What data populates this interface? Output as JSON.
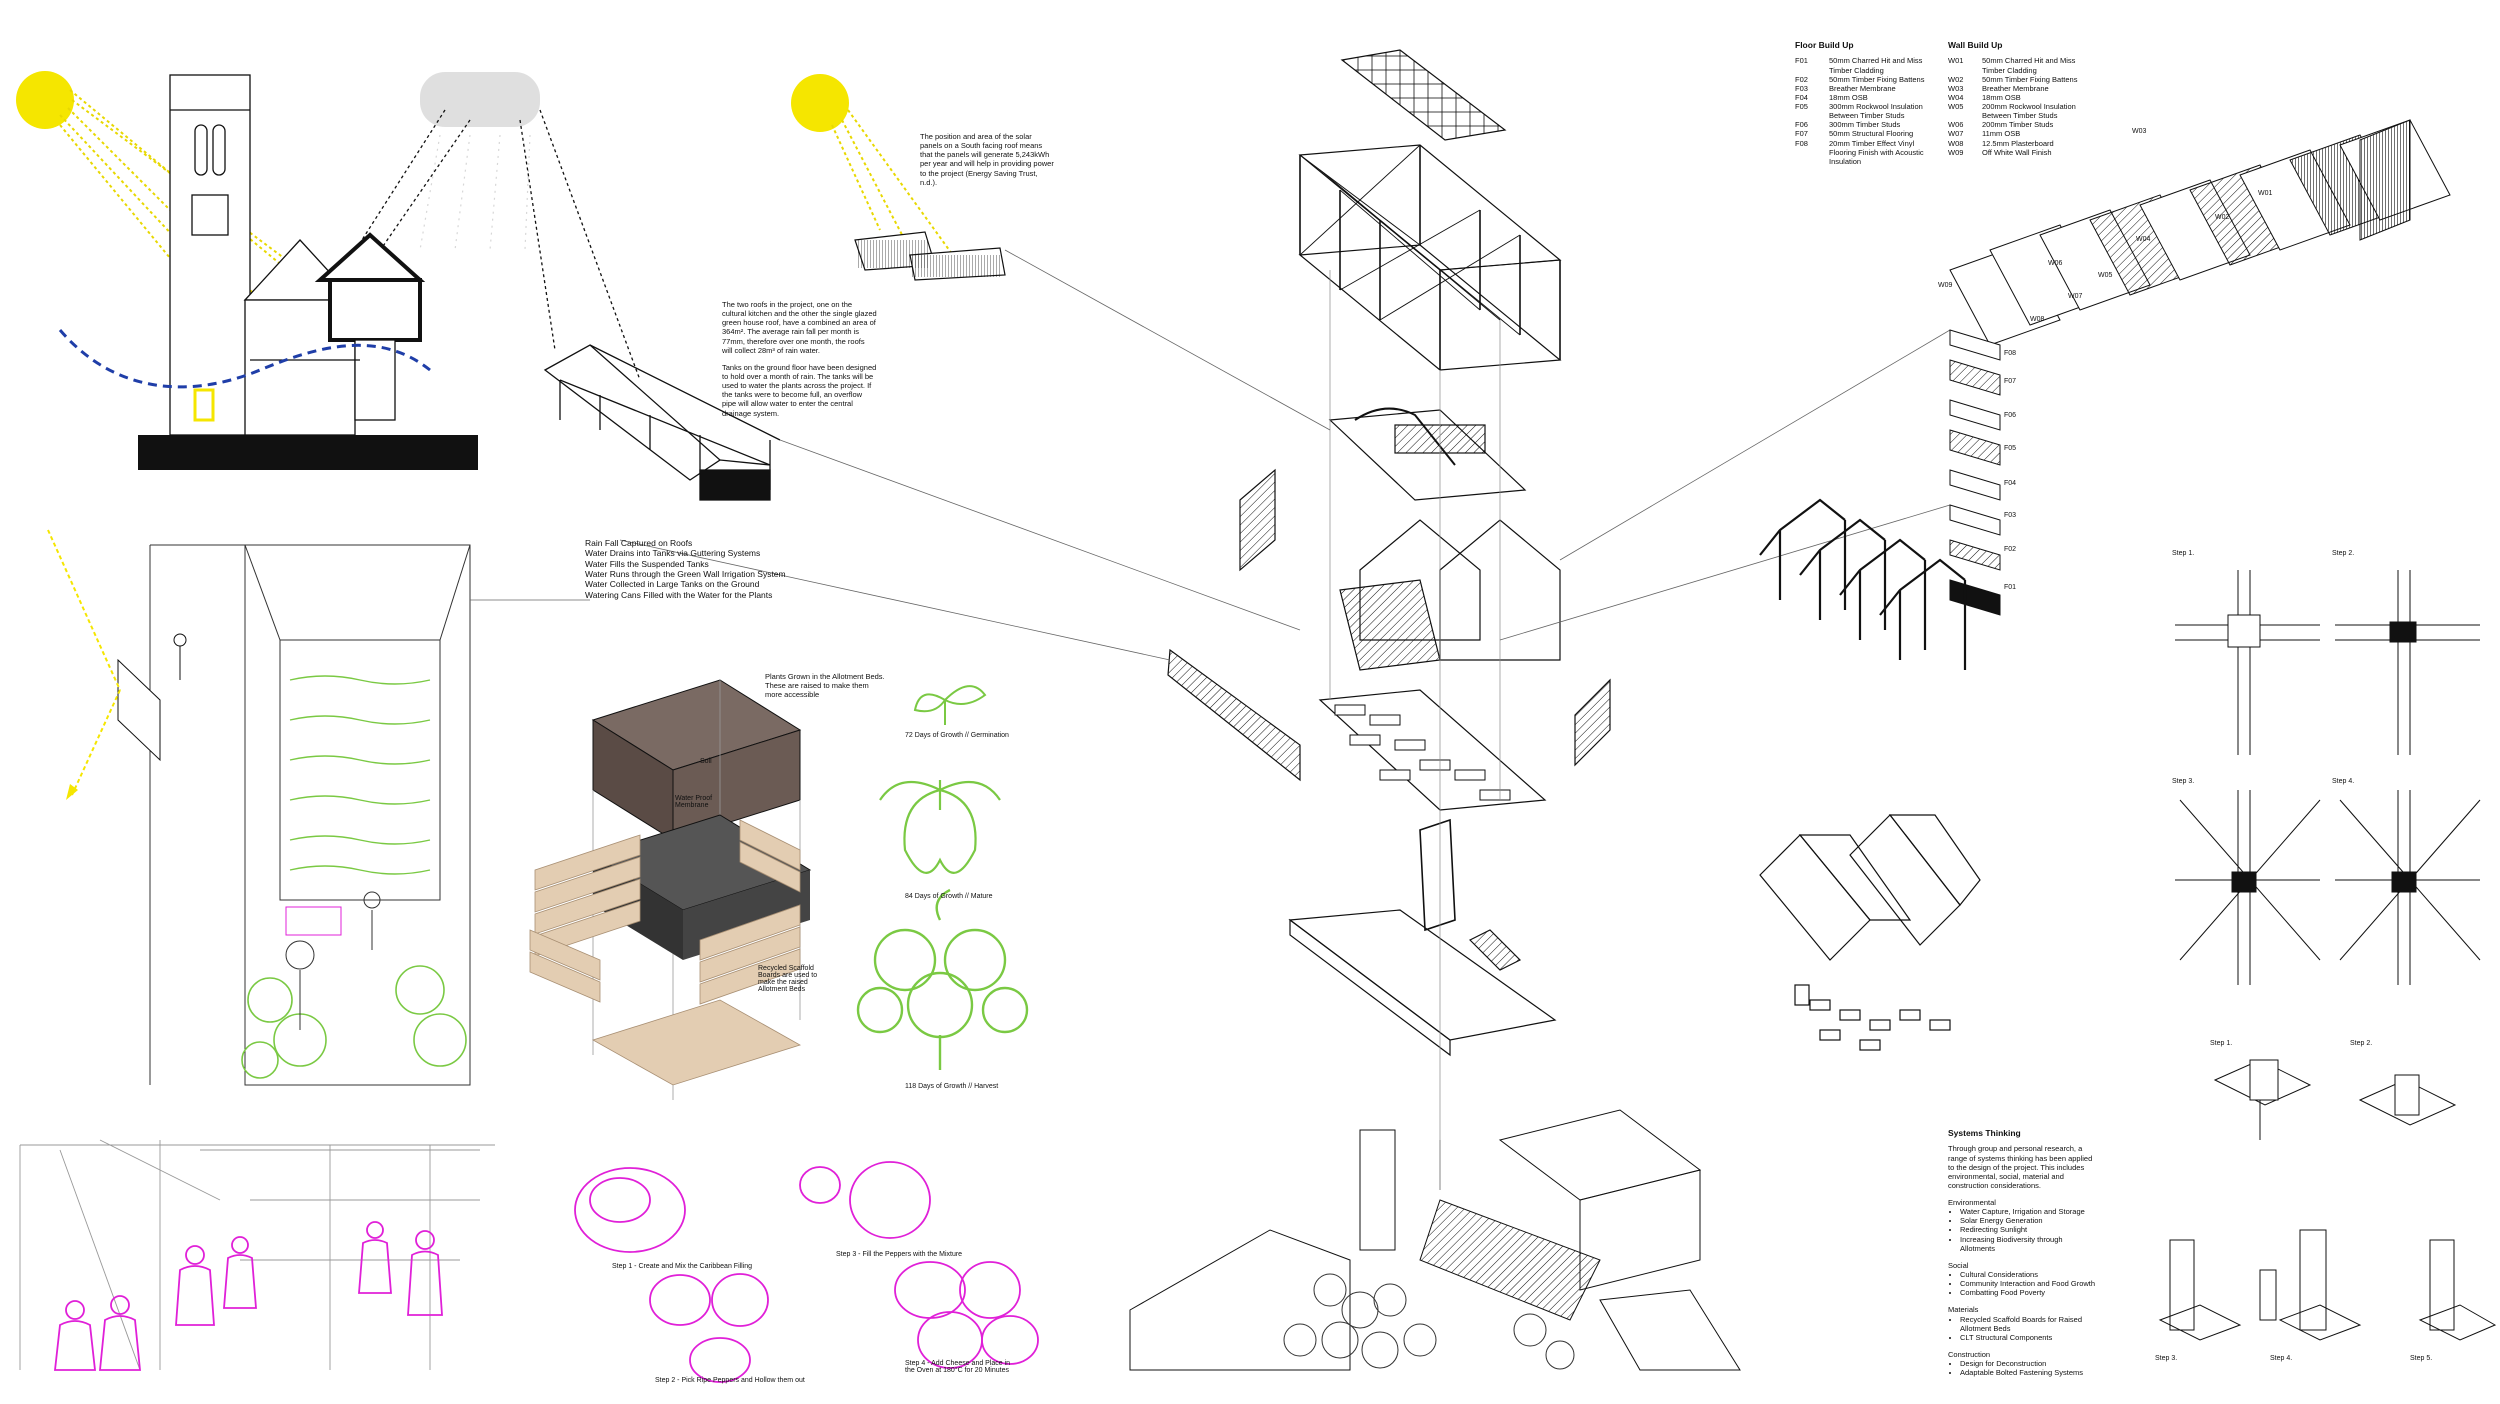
{
  "colors": {
    "sun": "#f5e600",
    "rain": "#1f3ea8",
    "plant": "#7ac943",
    "pink": "#e020d8",
    "line": "#111111",
    "shadow": "#5a4b45",
    "timber": "#e3cdb2"
  },
  "solar_note": "The position and area of the solar panels on a South facing roof means that the panels will generate 5,243kWh per year and will help in providing power to the project (Energy Saving Trust, n.d.).",
  "rain_note": [
    "The two roofs in the project, one on the cultural kitchen and the other the single glazed green house roof, have a combined an area of 364m². The average rain fall per month is 77mm, therefore over one month, the roofs will collect 28m³ of rain water.",
    "Tanks on the ground floor have been designed to hold over a month of rain. The tanks will be used to water the plants across the project. If the tanks were to become full, an overflow pipe will allow water to enter the central drainage system."
  ],
  "rain_steps": [
    "Rain Fall Captured on Roofs",
    "Water Drains into Tanks via Guttering Systems",
    "Water Fills the Suspended Tanks",
    "Water Runs through the Green Wall Irrigation System",
    "Water Collected in Large Tanks on the Ground",
    "Watering Cans Filled with the Water for the Plants"
  ],
  "bed": {
    "title": "Plants Grown in the Allotment Beds. These are raised to make them more accessible",
    "soil": "Soil",
    "membrane": "Water Proof Membrane",
    "scaffold": "Recycled Scaffold Boards are used to make the raised Allotment Beds"
  },
  "growth": [
    "72 Days of Growth // Germination",
    "84 Days of Growth // Mature",
    "118 Days of Growth // Harvest"
  ],
  "recipe": [
    "Step 1 - Create and Mix the Caribbean Filling",
    "Step 2 - Pick Ripe Peppers and Hollow them out",
    "Step 3 - Fill the Peppers with the Mixture",
    "Step 4 - Add Cheese and Place in the Oven at 180°C for 20 Minutes"
  ],
  "floor": {
    "title": "Floor Build Up",
    "items": [
      [
        "F01",
        "50mm Charred Hit and Miss Timber Cladding"
      ],
      [
        "F02",
        "50mm Timber Fixing Battens"
      ],
      [
        "F03",
        "Breather Membrane"
      ],
      [
        "F04",
        "18mm OSB"
      ],
      [
        "F05",
        "300mm Rockwool Insulation Between Timber Studs"
      ],
      [
        "F06",
        "300mm Timber Studs"
      ],
      [
        "F07",
        "50mm Structural Flooring"
      ],
      [
        "F08",
        "20mm Timber Effect Vinyl Flooring Finish with Acoustic Insulation"
      ]
    ]
  },
  "wall": {
    "title": "Wall Build Up",
    "items": [
      [
        "W01",
        "50mm Charred Hit and Miss Timber Cladding"
      ],
      [
        "W02",
        "50mm Timber Fixing Battens"
      ],
      [
        "W03",
        "Breather Membrane"
      ],
      [
        "W04",
        "18mm OSB"
      ],
      [
        "W05",
        "200mm Rockwool Insulation Between Timber Studs"
      ],
      [
        "W06",
        "200mm Timber Studs"
      ],
      [
        "W07",
        "11mm OSB"
      ],
      [
        "W08",
        "12.5mm Plasterboard"
      ],
      [
        "W09",
        "Off White Wall Finish"
      ]
    ]
  },
  "wall_tags": [
    "W01",
    "W02",
    "W03",
    "W04",
    "W05",
    "W06",
    "W07",
    "W08",
    "W09"
  ],
  "floor_tags": [
    "F08",
    "F07",
    "F06",
    "F05",
    "F04",
    "F03",
    "F02",
    "F01"
  ],
  "steps_a": [
    "Step 1.",
    "Step 2.",
    "Step 3.",
    "Step 4."
  ],
  "steps_b": [
    "Step 1.",
    "Step 2.",
    "Step 3.",
    "Step 4.",
    "Step 5."
  ],
  "systems": {
    "title": "Systems Thinking",
    "intro": "Through group and personal research, a range of systems thinking has been applied to the design of the project. This includes environmental, social, material and construction considerations.",
    "groups": [
      {
        "name": "Environmental",
        "items": [
          "Water Capture, Irrigation and Storage",
          "Solar Energy Generation",
          "Redirecting Sunlight",
          "Increasing Biodiversity through Allotments"
        ]
      },
      {
        "name": "Social",
        "items": [
          "Cultural Considerations",
          "Community Interaction and Food Growth",
          "Combatting Food Poverty"
        ]
      },
      {
        "name": "Materials",
        "items": [
          "Recycled Scaffold Boards for Raised Allotment Beds",
          "CLT Structural Components"
        ]
      },
      {
        "name": "Construction",
        "items": [
          "Design for Deconstruction",
          "Adaptable Bolted Fastening Systems"
        ]
      }
    ]
  }
}
